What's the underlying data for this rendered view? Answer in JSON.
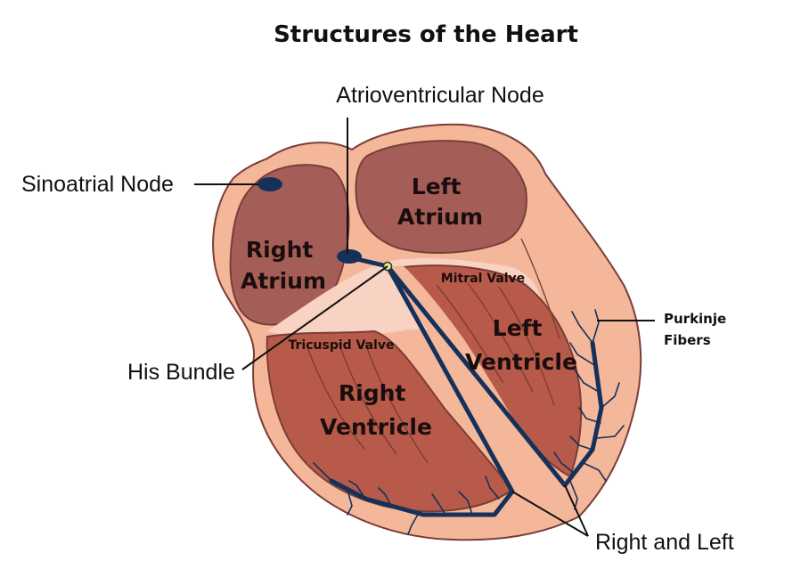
{
  "title": "Structures of the Heart",
  "labels": {
    "atrioventricular_node": "Atrioventricular Node",
    "sinoatrial_node": "Sinoatrial Node",
    "his_bundle": "His Bundle",
    "purkinje_line1": "Purkinje",
    "purkinje_line2": "Fibers",
    "right_and_left": "Right and Left"
  },
  "chambers": {
    "left_atrium_line1": "Left",
    "left_atrium_line2": "Atrium",
    "right_atrium_line1": "Right",
    "right_atrium_line2": "Atrium",
    "left_ventricle_line1": "Left",
    "left_ventricle_line2": "Ventricle",
    "right_ventricle_line1": "Right",
    "right_ventricle_line2": "Ventricle"
  },
  "valves": {
    "mitral": "Mitral Valve",
    "tricuspid": "Tricuspid Valve"
  },
  "colors": {
    "outer_wall": "#f4b79a",
    "chamber_fill": "#a55e57",
    "muscle": "#b85a4a",
    "chamber_outline": "#7a3d38",
    "conduction": "#14315a",
    "his_dot": "#f2f060"
  }
}
